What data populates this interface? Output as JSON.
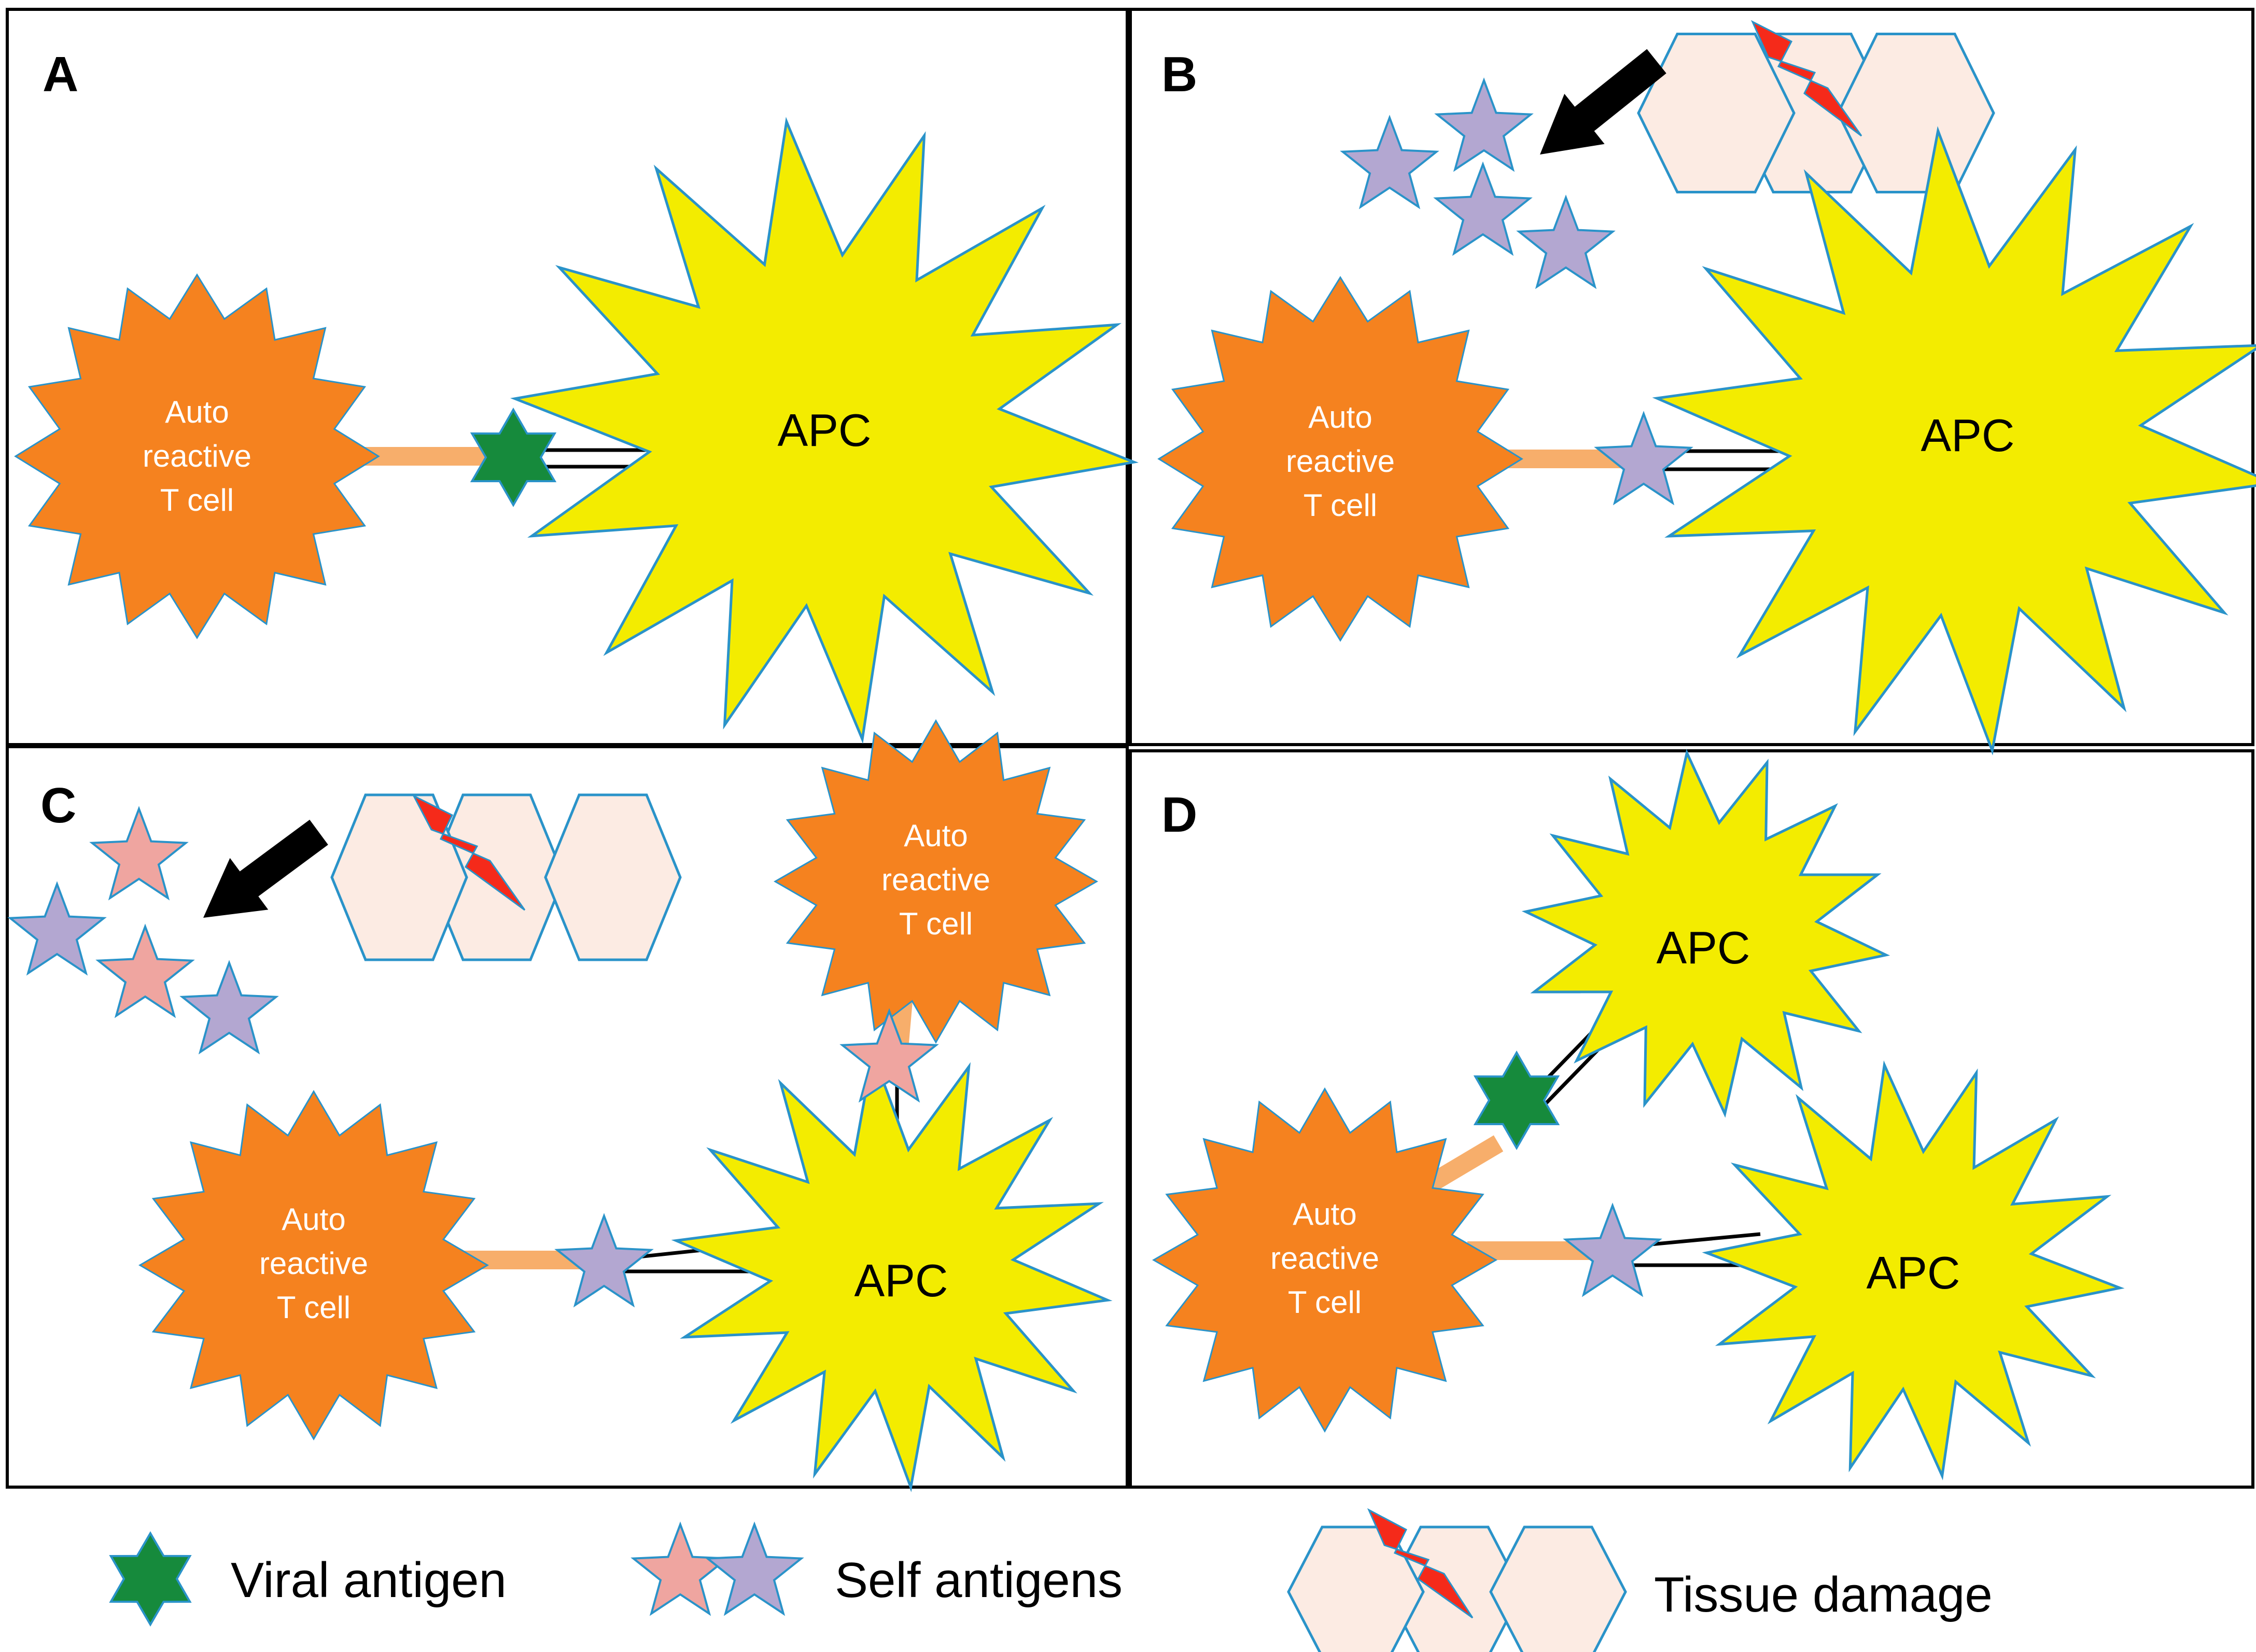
{
  "panels": {
    "a": {
      "letter": "A",
      "tcell": [
        "Auto",
        "reactive",
        "T cell"
      ],
      "apc": "APC"
    },
    "b": {
      "letter": "B",
      "tcell": [
        "Auto",
        "reactive",
        "T cell"
      ],
      "apc": "APC"
    },
    "c": {
      "letter": "C",
      "tcell_top": [
        "Auto",
        "reactive",
        "T cell"
      ],
      "tcell_bottom": [
        "Auto",
        "reactive",
        "T cell"
      ],
      "apc": "APC"
    },
    "d": {
      "letter": "D",
      "tcell": [
        "Auto",
        "reactive",
        "T cell"
      ],
      "apc_top": "APC",
      "apc_bottom": "APC"
    }
  },
  "legend": {
    "viral": "Viral antigen",
    "self": "Self antigens",
    "tissue": "Tissue damage"
  },
  "colors": {
    "tcell": "#f5821f",
    "apc": "#f3ec00",
    "viral_antigen": "#168a3c",
    "self_antigen_purple": "#b3a7d1",
    "self_antigen_pink": "#efa5a0",
    "tissue": "#fcebe3",
    "lightning": "#f52a1a",
    "link": "#f7ae6b"
  }
}
